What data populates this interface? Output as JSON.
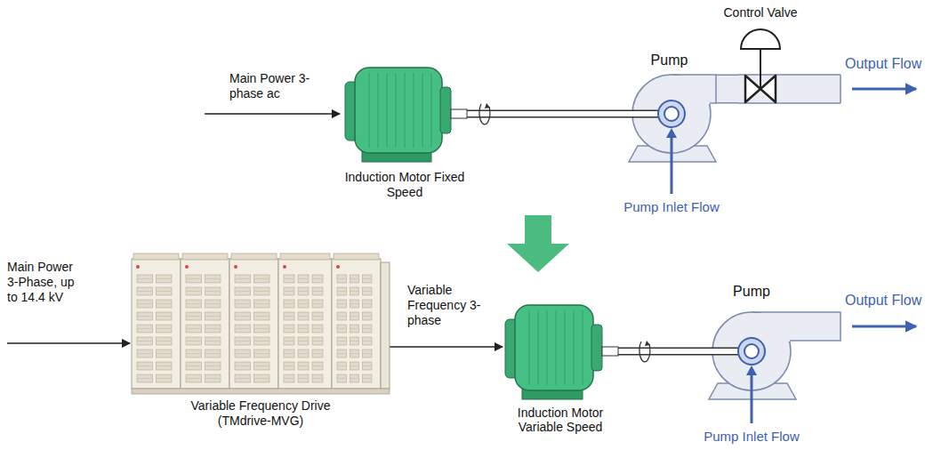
{
  "diagram": {
    "nodes": [
      {
        "text": [
          "Induction Motor Fixed Speed"
        ]
      },
      {
        "text": [
          "Pump"
        ]
      },
      {
        "text": [
          "Control Valve"
        ]
      },
      {
        "text": [
          "Variable Frequency Drive (TMdrive-MVG)"
        ]
      },
      {
        "text": [
          "Induction Motor Variable Speed"
        ]
      },
      {
        "text": [
          "Pump"
        ]
      }
    ],
    "edges": [
      {
        "from": 0,
        "to": 1,
        "arrow": "none"
      },
      {
        "from": 1,
        "to": 2,
        "arrow": "none"
      },
      {
        "from": 3,
        "to": 4,
        "arrow": "to",
        "label": "Variable Frequency 3-phase"
      },
      {
        "from": 4,
        "to": 5,
        "arrow": "none"
      }
    ],
    "labels": [
      "Main Power 3-phase ac",
      "Output Flow",
      "Pump Inlet Flow",
      "Main Power 3-Phase, up to 14.4 kV",
      "Output Flow",
      "Pump Inlet Flow"
    ]
  }
}
